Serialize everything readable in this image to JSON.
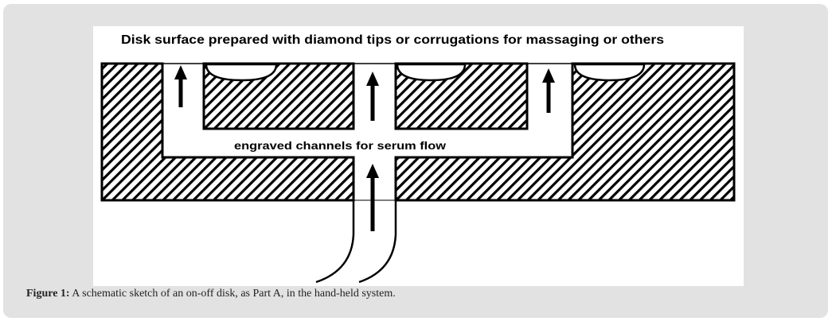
{
  "figure": {
    "title_text": "Disk surface prepared with diamond tips or corrugations for massaging or others",
    "channel_label": "engraved channels for serum flow"
  },
  "caption": {
    "label": "Figure 1:",
    "text": " A schematic sketch of an on-off disk, as Part A, in the hand-held system."
  }
}
